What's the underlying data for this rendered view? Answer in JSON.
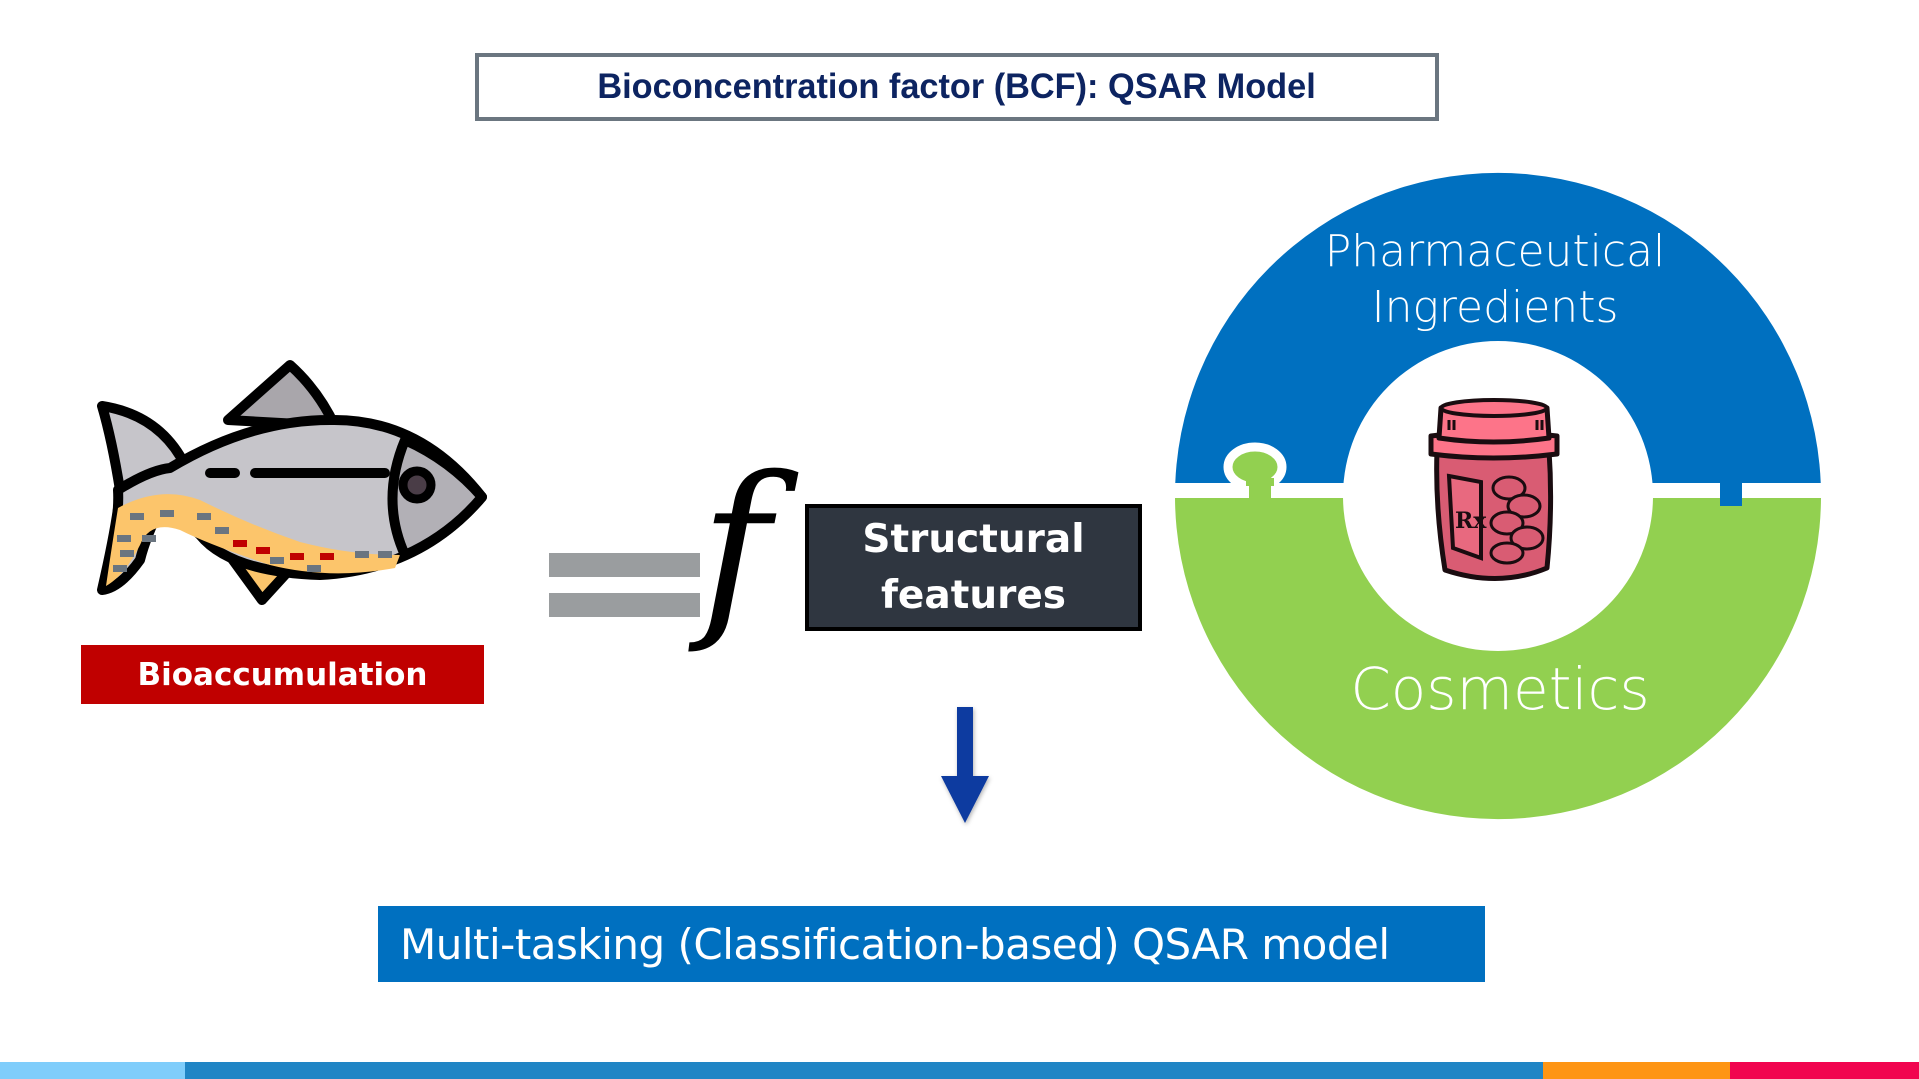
{
  "title": "Bioconcentration factor (BCF): QSAR Model",
  "left": {
    "icon": "fish-icon",
    "label": "Bioaccumulation",
    "label_color": "#c00000"
  },
  "equation": {
    "equals_icon": "equals-icon",
    "function_symbol": "f",
    "structural_lines": [
      "Structural",
      "features"
    ]
  },
  "arrow": {
    "icon": "down-arrow-icon",
    "color": "#0d3aa0"
  },
  "result": {
    "label": "Multi-tasking (Classification-based) QSAR model",
    "background": "#0070c0"
  },
  "puzzle": {
    "top_piece": {
      "lines": [
        "Pharmaceutical",
        "Ingredients"
      ],
      "color": "#0070c0"
    },
    "bottom_piece": {
      "label": "Cosmetics",
      "color": "#92d050"
    },
    "center_icon": "pill-bottle-icon",
    "center_icon_text": "Rx"
  },
  "footer_strip": {
    "colors": [
      "#7fcdfb",
      "#2085c5",
      "#fe9514",
      "#f1054f"
    ]
  }
}
